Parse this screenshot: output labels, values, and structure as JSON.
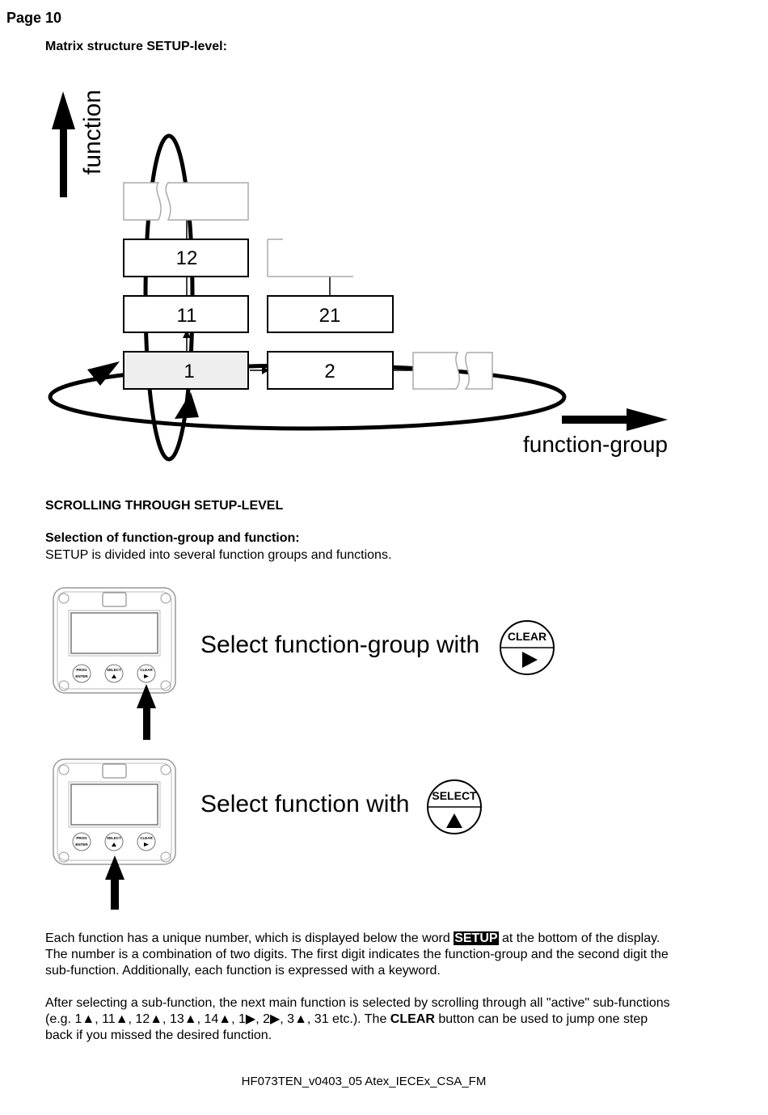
{
  "header": {
    "page": "Page  10"
  },
  "section_title": "Matrix structure SETUP-level:",
  "diagram": {
    "axis_function": "function",
    "axis_group": "function-group",
    "boxes": {
      "b1": "1",
      "b11": "11",
      "b12": "12",
      "b2": "2",
      "b21": "21"
    }
  },
  "scrolling": {
    "title": "SCROLLING THROUGH SETUP-LEVEL",
    "subtitle": "Selection of function-group and function:",
    "intro": "SETUP is divided into several function groups and functions."
  },
  "device_labels": {
    "prog": "PROG",
    "enter": "ENTER",
    "select": "SELECT",
    "clear": "CLEAR"
  },
  "captions": {
    "group": "Select function-group with",
    "function": "Select function with",
    "clear_button": "CLEAR",
    "select_button": "SELECT"
  },
  "para1": {
    "a": "Each function has a unique number, which is displayed below the word ",
    "setup": "SETUP",
    "b": " at the bottom of the display. The number is a combination of two digits. The first digit indicates the function-group and the second digit the sub-function. Additionally, each function is expressed with a keyword."
  },
  "para2": {
    "a": "After selecting a sub-function, the next main function is selected by scrolling through all \"active\" sub-functions (e.g. 1▲, 11▲, 12▲, 13▲, 14▲, 1▶, 2▶, 3▲, 31 etc.). The ",
    "clear": "CLEAR",
    "b": " button can be used to jump one step back if you missed the desired function."
  },
  "footer": "HF073TEN_v0403_05 Atex_IECEx_CSA_FM"
}
